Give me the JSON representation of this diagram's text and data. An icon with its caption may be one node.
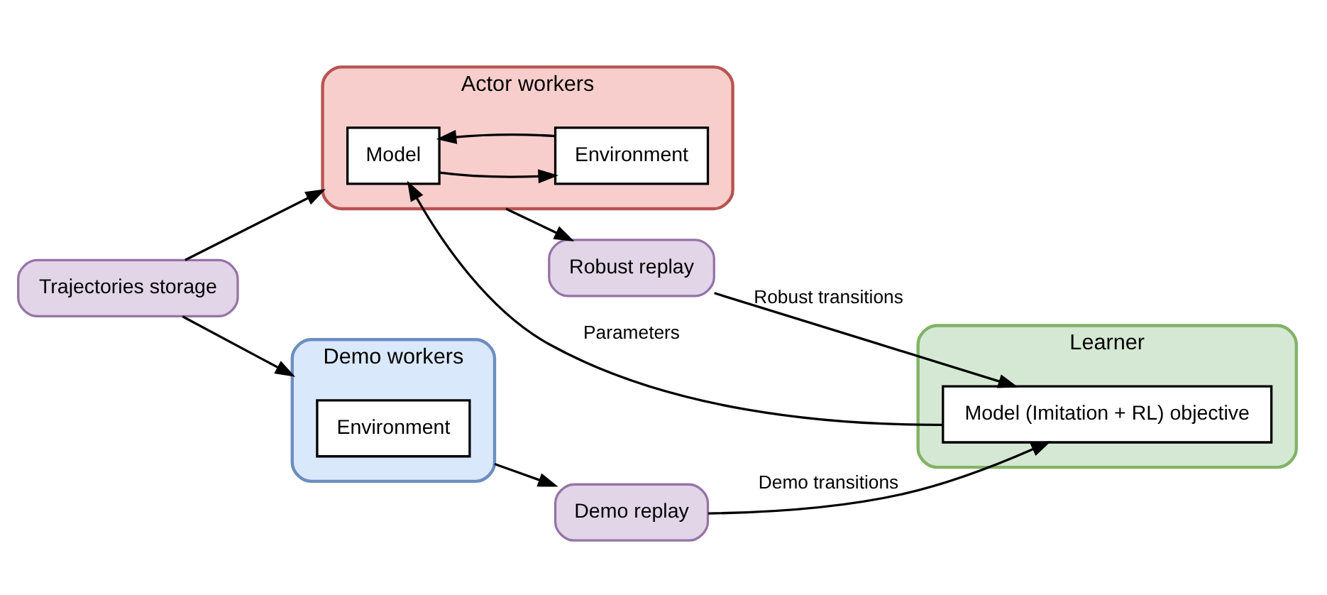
{
  "diagram": {
    "nodes": [
      {
        "text": [
          "Actor workers"
        ]
      },
      {
        "text": [
          "Model"
        ],
        "in": 0
      },
      {
        "text": [
          "Environment"
        ],
        "in": 0
      },
      {
        "text": [
          "Trajectories storage"
        ]
      },
      {
        "text": [
          "Demo workers"
        ]
      },
      {
        "text": [
          "Environment"
        ],
        "in": 4
      },
      {
        "text": [
          "Robust replay"
        ]
      },
      {
        "text": [
          "Demo replay"
        ]
      },
      {
        "text": [
          "Learner"
        ]
      },
      {
        "text": [
          "Model (Imitation + RL) objective"
        ],
        "in": 8
      }
    ],
    "edges": [
      {
        "from": 9,
        "to": 1,
        "arrow": "to",
        "label": "Parameters"
      },
      {
        "from": 1,
        "to": 2,
        "arrow": "to"
      },
      {
        "from": 2,
        "to": 1,
        "arrow": "to"
      },
      {
        "from": 0,
        "to": 6,
        "arrow": "to"
      },
      {
        "from": 3,
        "to": 0,
        "arrow": "to"
      },
      {
        "from": 3,
        "to": 4,
        "arrow": "to"
      },
      {
        "from": 4,
        "to": 7,
        "arrow": "to"
      },
      {
        "from": 6,
        "to": 9,
        "arrow": "to",
        "label": "Robust transitions"
      },
      {
        "from": 7,
        "to": 9,
        "arrow": "to",
        "label": "Demo transitions"
      }
    ]
  }
}
